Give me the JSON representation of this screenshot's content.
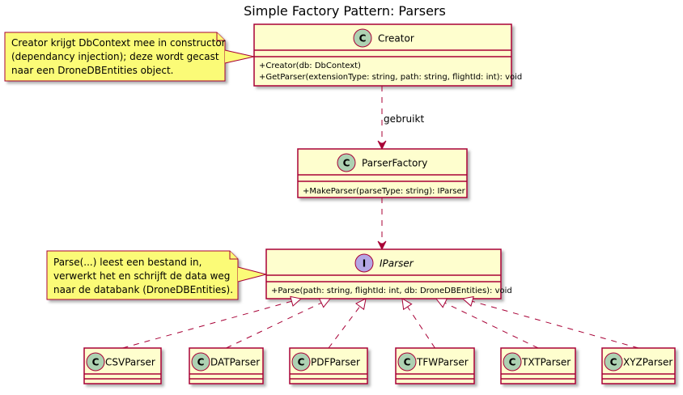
{
  "title": "Simple Factory Pattern: Parsers",
  "classes": {
    "creator": {
      "name": "Creator",
      "stereotype_letter": "C",
      "methods": [
        "+Creator(db: DbContext)",
        "+GetParser(extensionType: string, path: string, flightId: int): void"
      ]
    },
    "factory": {
      "name": "ParserFactory",
      "stereotype_letter": "C",
      "methods": [
        "+MakeParser(parseType: string): IParser"
      ]
    },
    "iparser": {
      "name": "IParser",
      "stereotype_letter": "I",
      "methods": [
        "+Parse(path: string, flightId: int, db: DroneDBEntities): void"
      ]
    },
    "parsers": [
      {
        "name": "CSVParser",
        "letter": "C"
      },
      {
        "name": "DATParser",
        "letter": "C"
      },
      {
        "name": "PDFParser",
        "letter": "C"
      },
      {
        "name": "TFWParser",
        "letter": "C"
      },
      {
        "name": "TXTParser",
        "letter": "C"
      },
      {
        "name": "XYZParser",
        "letter": "C"
      }
    ]
  },
  "relation_label": "gebruikt",
  "notes": {
    "creator": [
      "Creator krijgt DbContext mee in constructor",
      "(dependancy injection); deze wordt gecast",
      "naar een DroneDBEntities object."
    ],
    "iparser": [
      "Parse(...) leest een bestand in,",
      "verwerkt het en schrijft de data weg",
      "naar de databank (DroneDBEntities)."
    ]
  },
  "colors": {
    "class_fill": "#FEFECE",
    "border": "#A80036",
    "note_fill": "#FBFB77",
    "class_badge": "#ADD1B2",
    "interface_badge": "#B4A7E5"
  }
}
